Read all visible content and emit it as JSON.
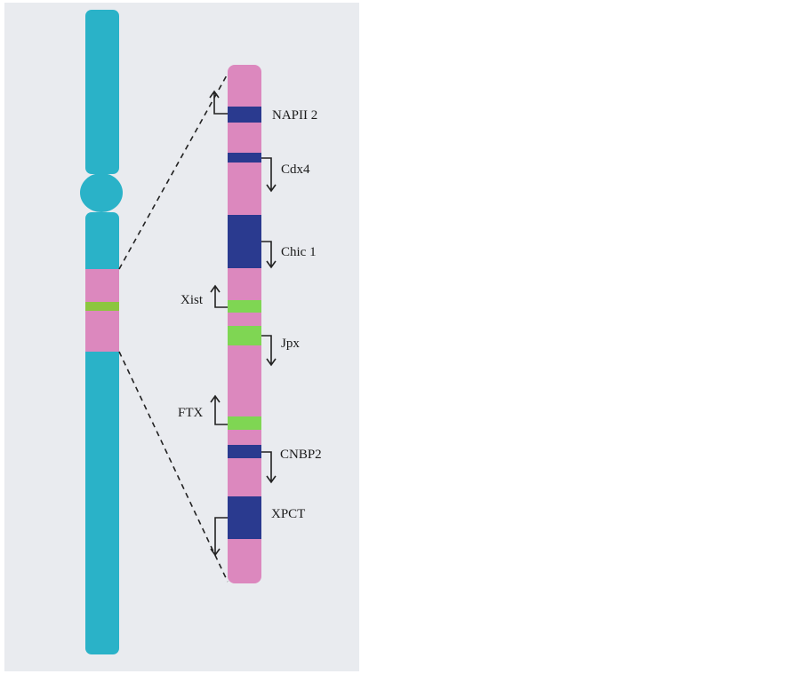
{
  "colors": {
    "background_panel": "#e9ebef",
    "chromosome": "#2ab2c8",
    "region": "#dc88be",
    "coding_band": "#2a3a8f",
    "noncoding_band": "#7fd653",
    "small_band": "#8cc63f",
    "arrow": "#222222",
    "zoom_line": "#222222"
  },
  "genes": [
    {
      "label": "NAPII 2",
      "band": "coding",
      "direction": "up"
    },
    {
      "label": "Cdx4",
      "band": "coding",
      "direction": "down"
    },
    {
      "label": "Chic 1",
      "band": "coding",
      "direction": "down"
    },
    {
      "label": "Xist",
      "band": "noncoding",
      "direction": "up"
    },
    {
      "label": "Jpx",
      "band": "noncoding",
      "direction": "down"
    },
    {
      "label": "FTX",
      "band": "noncoding",
      "direction": "up"
    },
    {
      "label": "CNBP2",
      "band": "coding",
      "direction": "down"
    },
    {
      "label": "XPCT",
      "band": "coding",
      "direction": "down"
    }
  ]
}
